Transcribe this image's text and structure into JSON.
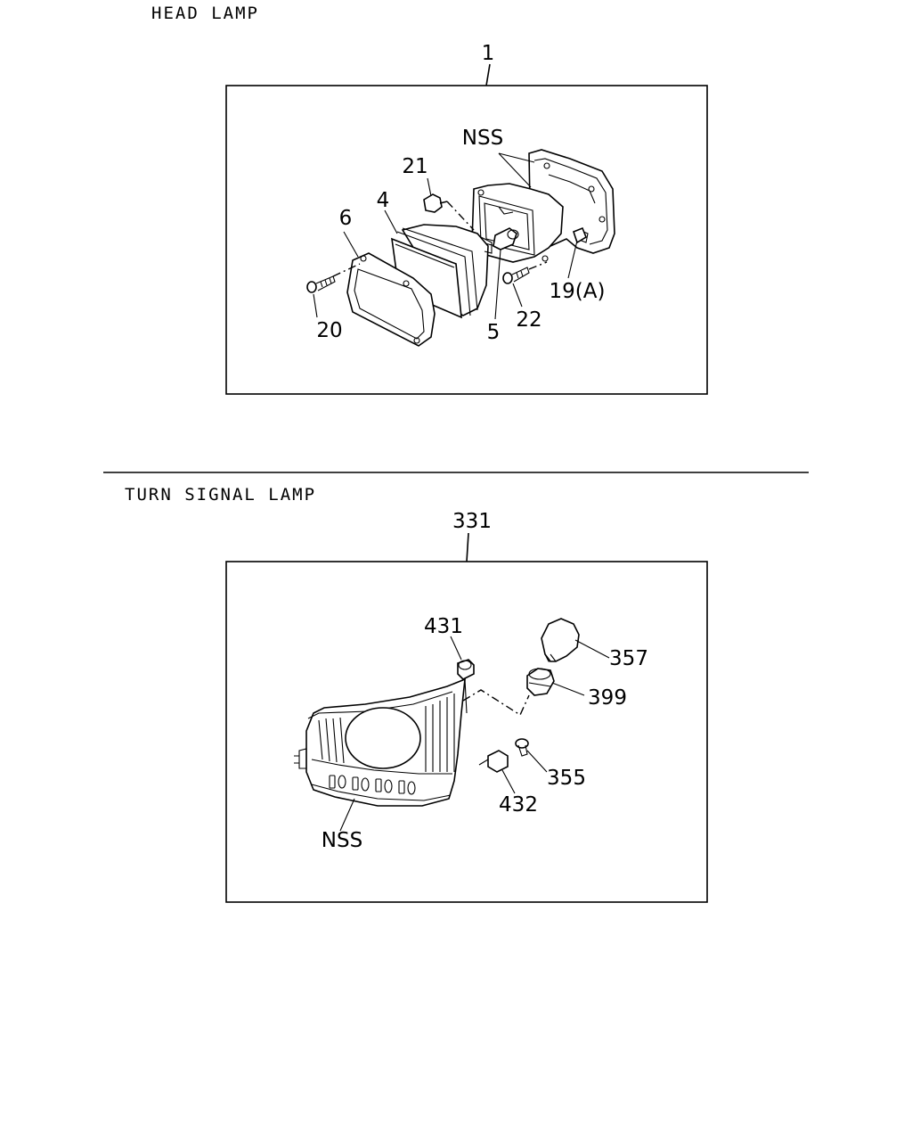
{
  "sections": [
    {
      "title": "HEAD LAMP",
      "assembly_callout": "1",
      "callouts": [
        "NSS",
        "21",
        "4",
        "6",
        "20",
        "5",
        "22",
        "19(A)"
      ]
    },
    {
      "title": "TURN SIGNAL LAMP",
      "assembly_callout": "331",
      "callouts": [
        "431",
        "357",
        "399",
        "355",
        "432",
        "NSS"
      ]
    }
  ]
}
